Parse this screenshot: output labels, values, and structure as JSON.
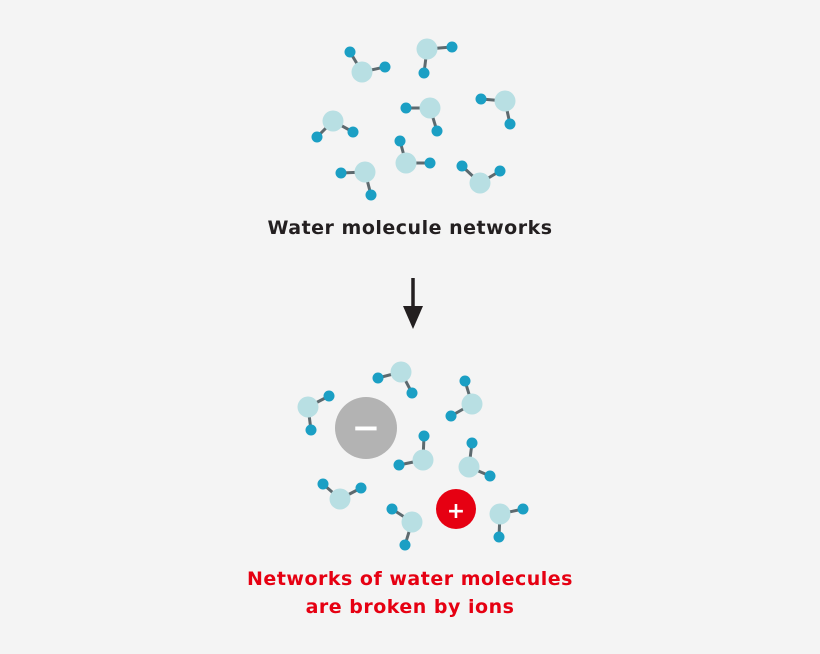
{
  "captions": {
    "top": "Water molecule networks",
    "bottom_line1": "Networks of water molecules",
    "bottom_line2": "are broken by ions"
  },
  "ions": {
    "negative_symbol": "−",
    "positive_symbol": "+"
  },
  "colors": {
    "oxygen": "#b8dfe3",
    "hydrogen": "#1b9fc4",
    "bond": "#5d6a6f",
    "arrow": "#231f20",
    "anion": "#b3b3b3",
    "cation": "#e60012",
    "caption_emphasis": "#e60012"
  }
}
